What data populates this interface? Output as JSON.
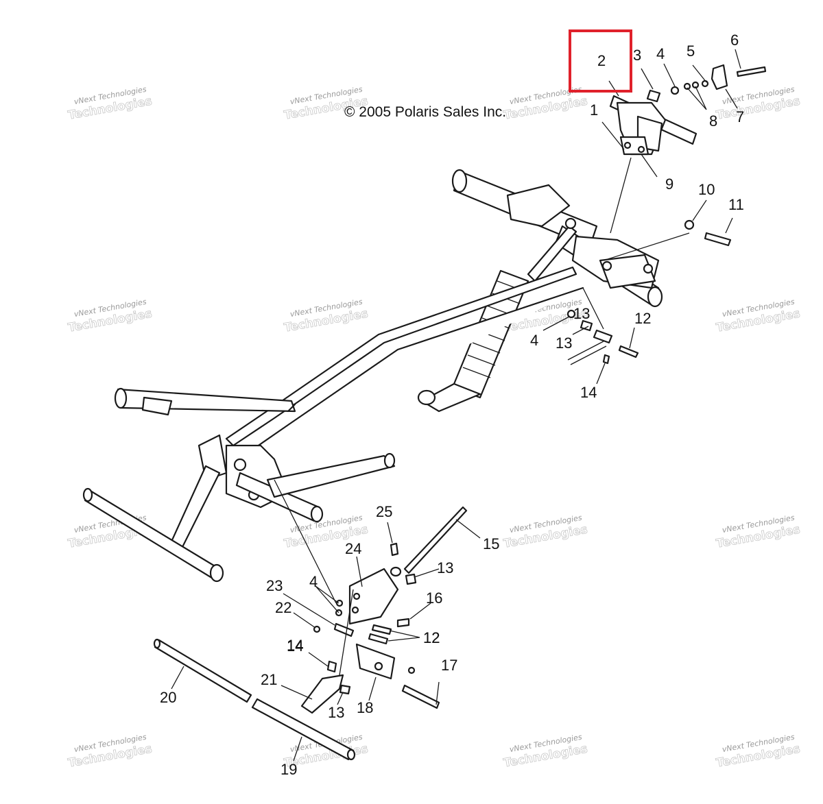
{
  "copyright": "© 2005 Polaris Sales Inc.",
  "watermark": {
    "line1": "vNext Technologies",
    "line2": "Technologies"
  },
  "highlight_color": "#e0212b",
  "callouts": [
    "1",
    "2",
    "3",
    "4",
    "5",
    "6",
    "7",
    "8",
    "9",
    "10",
    "11",
    "12",
    "13",
    "14",
    "4",
    "13",
    "12",
    "14",
    "15",
    "13",
    "16",
    "12",
    "4",
    "23",
    "22",
    "14",
    "21",
    "13",
    "18",
    "17",
    "20",
    "19",
    "24",
    "25"
  ]
}
